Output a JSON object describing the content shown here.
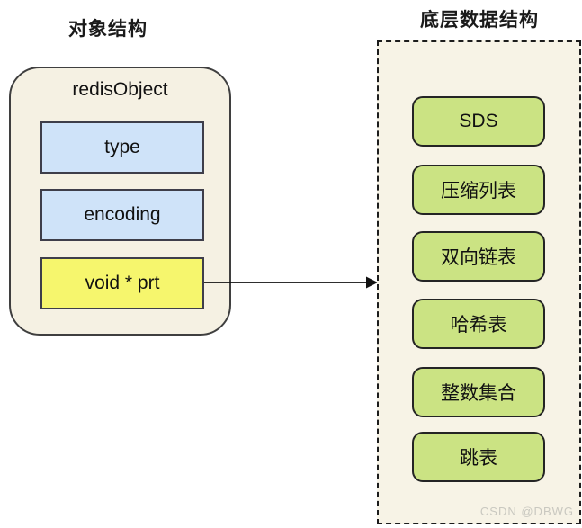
{
  "left_panel": {
    "title": "对象结构",
    "container_label": "redisObject",
    "fields": [
      {
        "label": "type",
        "color": "#cfe3f9"
      },
      {
        "label": "encoding",
        "color": "#cfe3f9"
      },
      {
        "label": "void * prt",
        "color": "#f6f66d"
      }
    ]
  },
  "right_panel": {
    "title": "底层数据结构",
    "items": [
      "SDS",
      "压缩列表",
      "双向链表",
      "哈希表",
      "整数集合",
      "跳表"
    ]
  },
  "arrow": {
    "from": "void * prt",
    "to": "底层数据结构"
  },
  "watermark": "CSDN @DBWG",
  "colors": {
    "container_fill": "#f5f1e3",
    "blue_field": "#cfe3f9",
    "yellow_field": "#f6f66d",
    "green_item": "#cbe383",
    "border_dark": "#3f3f3f",
    "background": "#ffffff",
    "watermark_gray": "#c9c8c0"
  }
}
